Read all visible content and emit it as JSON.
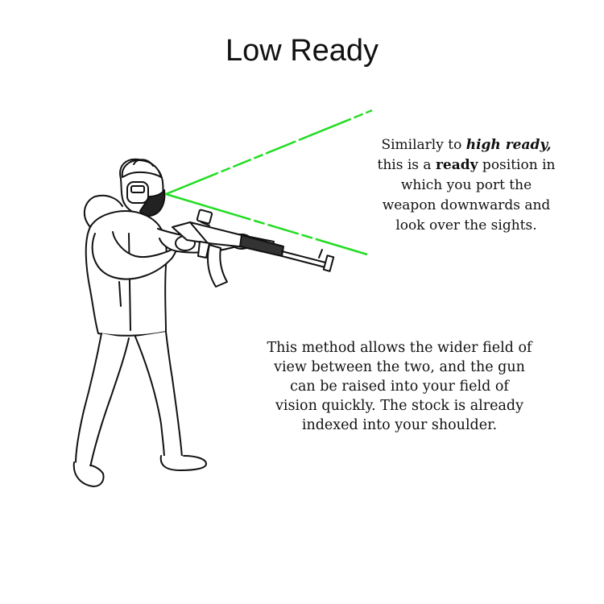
{
  "title": "Low Ready",
  "colors": {
    "sight_line": "#22dd22",
    "ink": "#111111",
    "background": "#ffffff"
  },
  "notes": {
    "first": {
      "line1_prefix": "Similarly to ",
      "line1_emphasis": "high ready,",
      "line2_prefix": "this is a ",
      "line2_emphasis": "ready",
      "line2_suffix": " position in",
      "line3": "which you port the",
      "line4": "weapon downwards and",
      "line5": "look over the sights."
    },
    "second": {
      "line1": "This method allows the wider field of",
      "line2": "view between the two, and the gun",
      "line3": "can be raised into your field of",
      "line4": "vision quickly. The stock is already",
      "line5": "indexed into your shoulder."
    }
  },
  "illustration": {
    "subject": "shooter-with-rifle",
    "icons": [
      "ear-protection-icon",
      "face-mask-icon",
      "rifle-icon",
      "red-dot-sight-icon"
    ]
  }
}
